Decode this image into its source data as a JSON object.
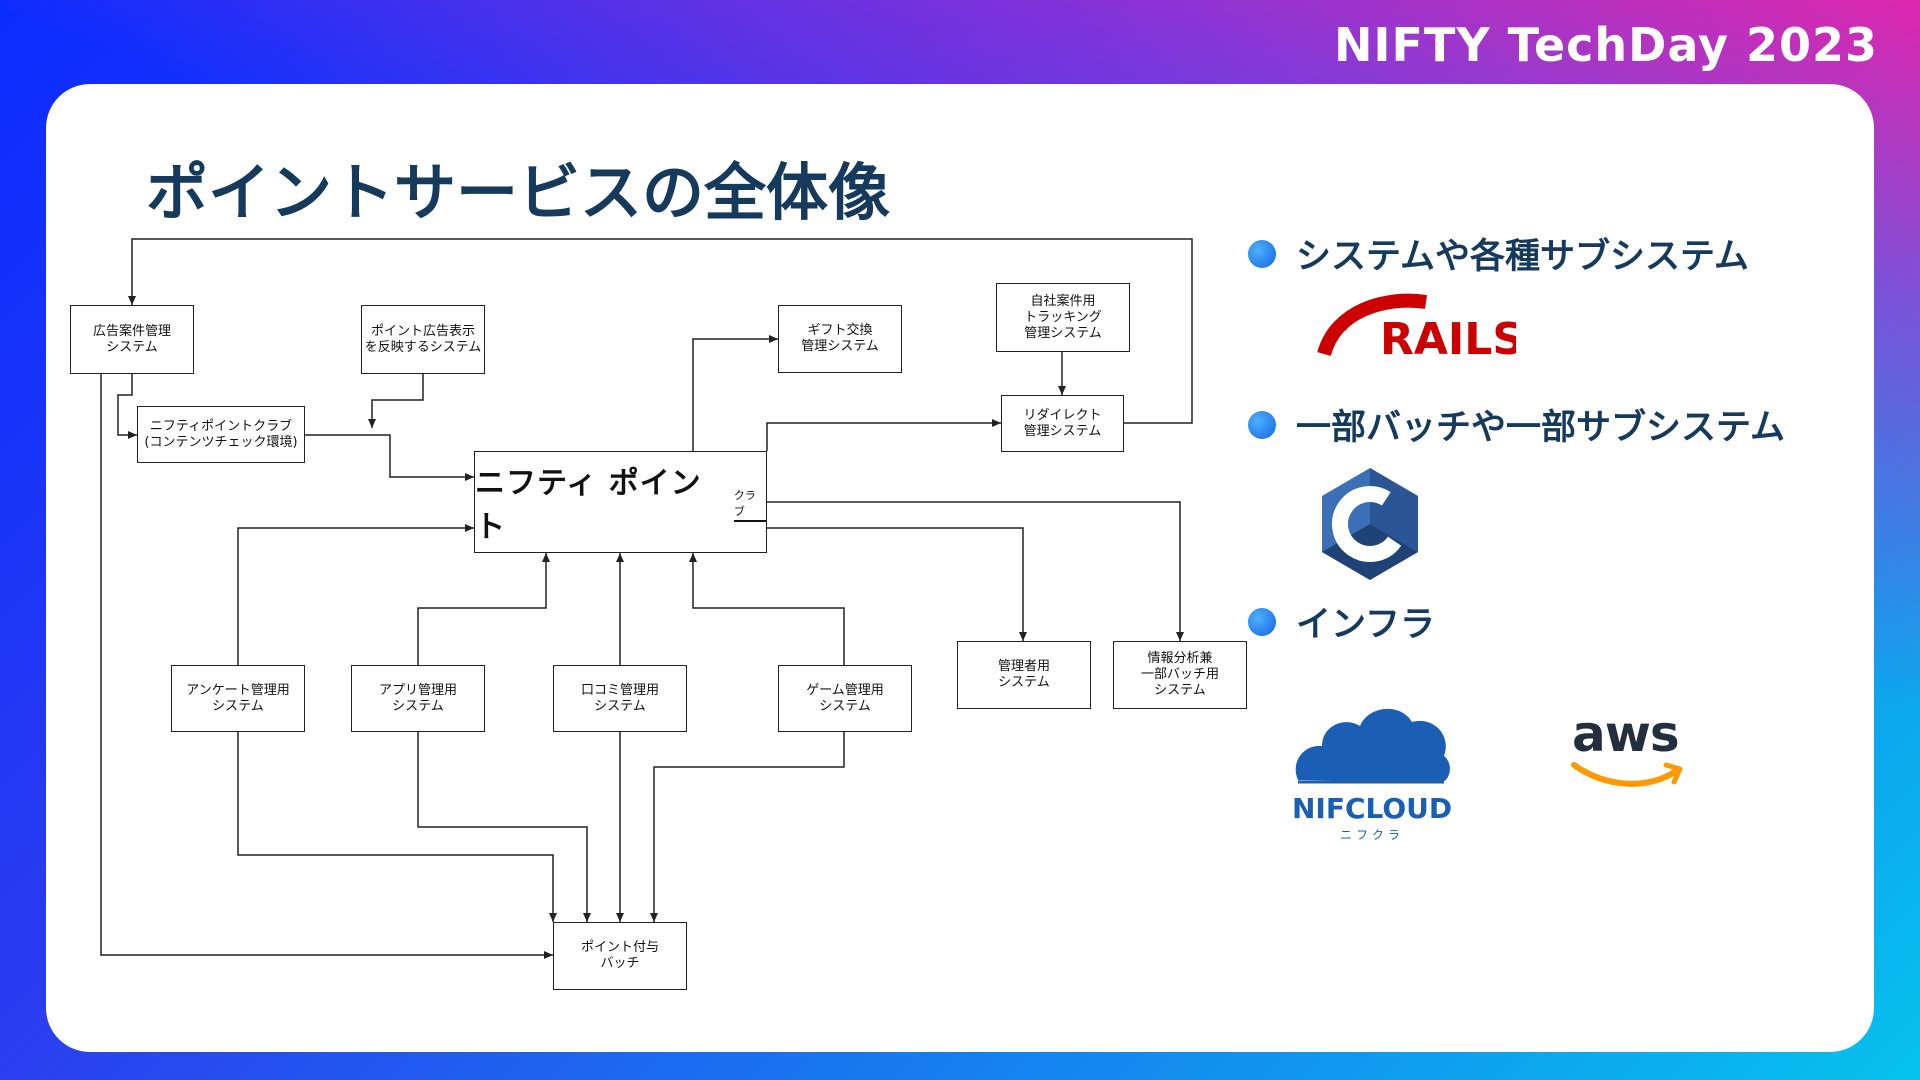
{
  "header": {
    "brand": "NIFTY TechDay 2023"
  },
  "slide": {
    "title": "ポイントサービスの全体像"
  },
  "diagram": {
    "center": {
      "main": "ニフティ ポイント",
      "sub": "クラブ"
    },
    "nodes": {
      "ad_case": "広告案件管理\nシステム",
      "point_ad_display": "ポイント広告表示\nを反映するシステム",
      "nifty_point_club": "ニフティポイントクラブ\n(コンテンツチェック環境)",
      "gift_exchange": "ギフト交換\n管理システム",
      "own_tracking": "自社案件用\nトラッキング\n管理システム",
      "redirect": "リダイレクト\n管理システム",
      "survey": "アンケート管理用\nシステム",
      "app": "アプリ管理用\nシステム",
      "review": "口コミ管理用\nシステム",
      "game": "ゲーム管理用\nシステム",
      "admin": "管理者用\nシステム",
      "analytics": "情報分析兼\n一部バッチ用\nシステム",
      "point_batch": "ポイント付与\nバッチ"
    }
  },
  "bullets": [
    {
      "text": "システムや各種サブシステム"
    },
    {
      "text": "一部バッチや一部サブシステム"
    },
    {
      "text": "インフラ"
    }
  ],
  "logos": {
    "rails": {
      "text": "RAILS",
      "icon": "rails-icon",
      "color": "#cc0000"
    },
    "c": {
      "text": "C",
      "icon": "c-language-icon",
      "color": "#3b6fb6"
    },
    "nifcloud": {
      "text": "NIFCLOUD",
      "sub": "ニフクラ",
      "icon": "cloud-icon",
      "color": "#1a5fb4"
    },
    "aws": {
      "text": "aws",
      "icon": "aws-smile-icon",
      "color": "#232f3e",
      "accent": "#ff9900"
    }
  }
}
